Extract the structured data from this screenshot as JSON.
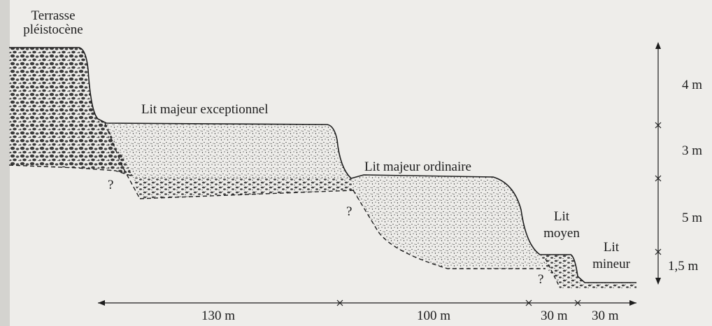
{
  "diagram": {
    "units": {
      "terrace": "Terrasse pléistocène",
      "exceptional_bed": "Lit majeur exceptionnel",
      "ordinary_bed": "Lit majeur ordinaire",
      "middle_bed_line1": "Lit",
      "middle_bed_line2": "moyen",
      "minor_bed_line1": "Lit",
      "minor_bed_line2": "mineur"
    },
    "uncertain_marker": "?",
    "vertical_scale": [
      "4 m",
      "3 m",
      "5 m",
      "1,5 m"
    ],
    "horizontal_scale": [
      "130 m",
      "100 m",
      "30 m",
      "30 m"
    ]
  },
  "colors": {
    "background": "#eeedea",
    "ink": "#1d1d1d",
    "left_margin_shadow": "#d4d3cf"
  }
}
